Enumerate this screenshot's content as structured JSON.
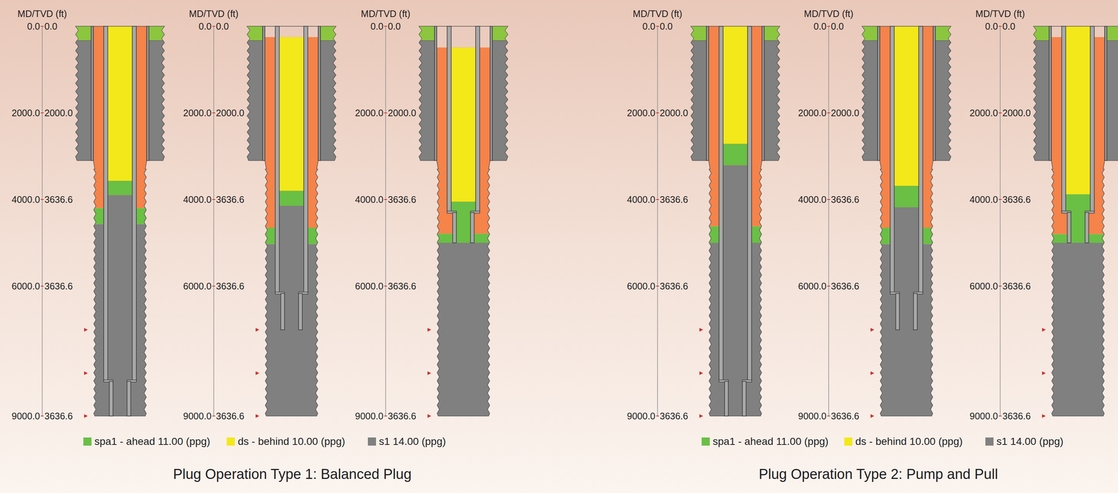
{
  "diagram": {
    "labels": [
      "MD/TVD (ft)",
      "0.0",
      "0.0",
      "2000.0",
      "2000.0",
      "4000.0",
      "3636.6",
      "6000.0",
      "3636.6",
      "9000.0",
      "3636.6",
      "MD/TVD (ft)",
      "0.0",
      "0.0",
      "2000.0",
      "2000.0",
      "4000.0",
      "3636.6",
      "6000.0",
      "3636.6",
      "9000.0",
      "3636.6",
      "MD/TVD (ft)",
      "0.0",
      "0.0",
      "2000.0",
      "2000.0",
      "4000.0",
      "3636.6",
      "6000.0",
      "3636.6",
      "9000.0",
      "3636.6",
      "MD/TVD (ft)",
      "0.0",
      "0.0",
      "2000.0",
      "2000.0",
      "4000.0",
      "3636.6",
      "6000.0",
      "3636.6",
      "9000.0",
      "3636.6",
      "MD/TVD (ft)",
      "0.0",
      "0.0",
      "2000.0",
      "2000.0",
      "4000.0",
      "3636.6",
      "6000.0",
      "3636.6",
      "9000.0",
      "3636.6",
      "MD/TVD (ft)",
      "0.0",
      "0.0",
      "2000.0",
      "2000.0",
      "4000.0",
      "3636.6",
      "6000.0",
      "3636.6",
      "9000.0",
      "3636.6",
      "Plug Operation Type 1: Balanced Plug",
      "Plug Operation Type 2: Pump and Pull"
    ],
    "legend": [
      {
        "text": "spa1 - ahead 11.00 (ppg)",
        "color": "#6abf45"
      },
      {
        "text": "ds - behind 10.00 (ppg)",
        "color": "#f2e81a"
      },
      {
        "text": "s1 14.00 (ppg)",
        "color": "#808080"
      },
      {
        "text": "spa1 - ahead 11.00 (ppg)",
        "color": "#6abf45"
      },
      {
        "text": "ds - behind 10.00 (ppg)",
        "color": "#f2e81a"
      },
      {
        "text": "s1 14.00 (ppg)",
        "color": "#808080"
      }
    ]
  }
}
